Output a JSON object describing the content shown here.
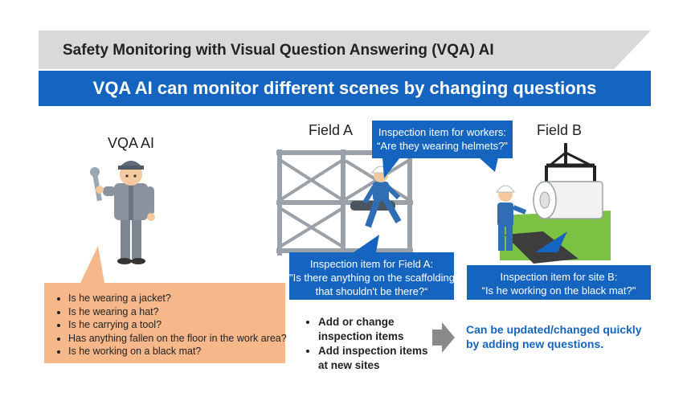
{
  "header": {
    "title": "Safety Monitoring with Visual Question Answering (VQA) AI",
    "banner": "VQA AI can monitor different scenes by changing questions"
  },
  "labels": {
    "vqa_ai": "VQA AI",
    "field_a": "Field A",
    "field_b": "Field B"
  },
  "callouts": {
    "workers": {
      "line1": "Inspection item for workers:",
      "line2": "“Are they wearing helmets?\""
    },
    "field_a": {
      "line1": "Inspection item for Field A:",
      "line2": "\"Is there anything on the scaffolding",
      "line3": "that shouldn't be there?“"
    },
    "site_b": {
      "line1": "Inspection item for site B:",
      "line2": "“Is he working on the black mat?\""
    }
  },
  "questions": [
    "Is he wearing a jacket?",
    "Is he wearing a hat?",
    "Is he carrying a tool?",
    "Has anything fallen on the floor in the work area?",
    "Is he working on a black mat?"
  ],
  "actions": {
    "item1_line1": "Add or change",
    "item1_line2": "inspection items",
    "item2_line1": "Add inspection items",
    "item2_line2": "at new sites"
  },
  "result": {
    "line1": "Can be updated/changed quickly",
    "line2": "by adding new questions."
  },
  "colors": {
    "banner_blue": "#1565c0",
    "orange": "#f6b88b",
    "title_gray": "#d9d9d9",
    "grass_green": "#7cc242"
  }
}
